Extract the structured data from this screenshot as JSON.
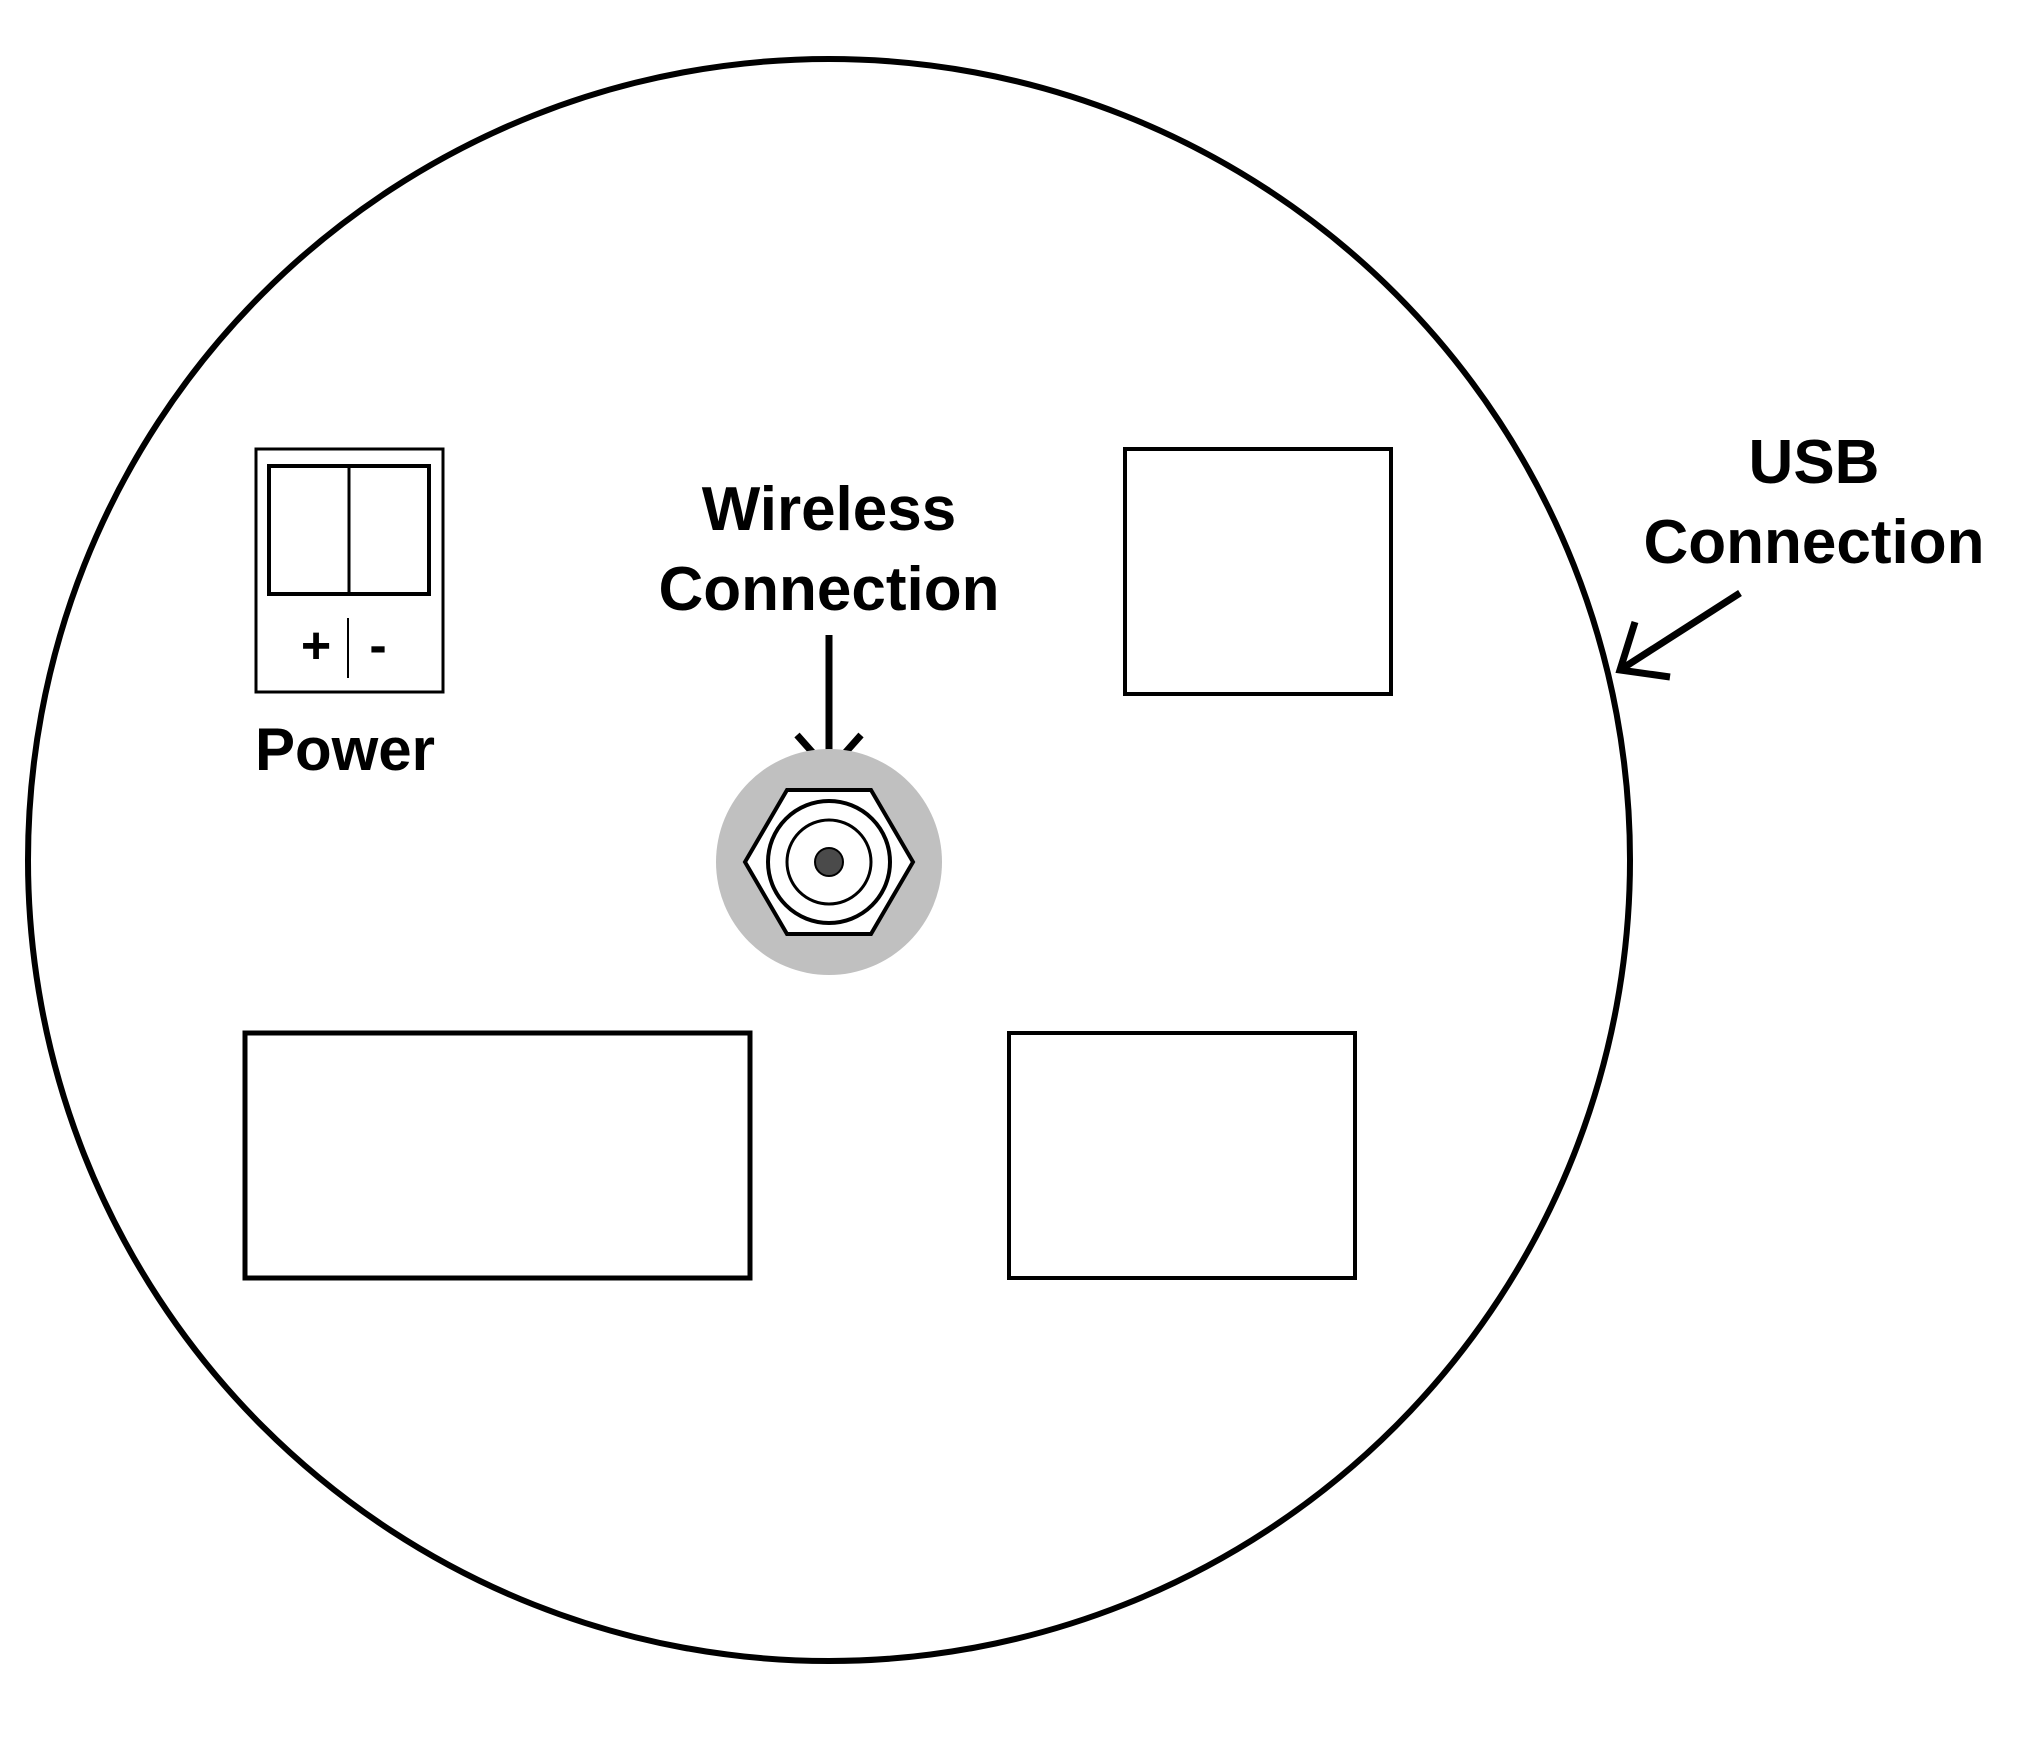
{
  "colors": {
    "stroke": "#000000",
    "background": "#ffffff",
    "connector_halo": "#c0c0c0",
    "connector_pin": "#4a4a4a"
  },
  "labels": {
    "power": "Power",
    "power_plus": "+",
    "power_minus": "-",
    "wireless_line1": "Wireless",
    "wireless_line2": "Connection",
    "usb_line1": "USB",
    "usb_line2": "Connection"
  }
}
